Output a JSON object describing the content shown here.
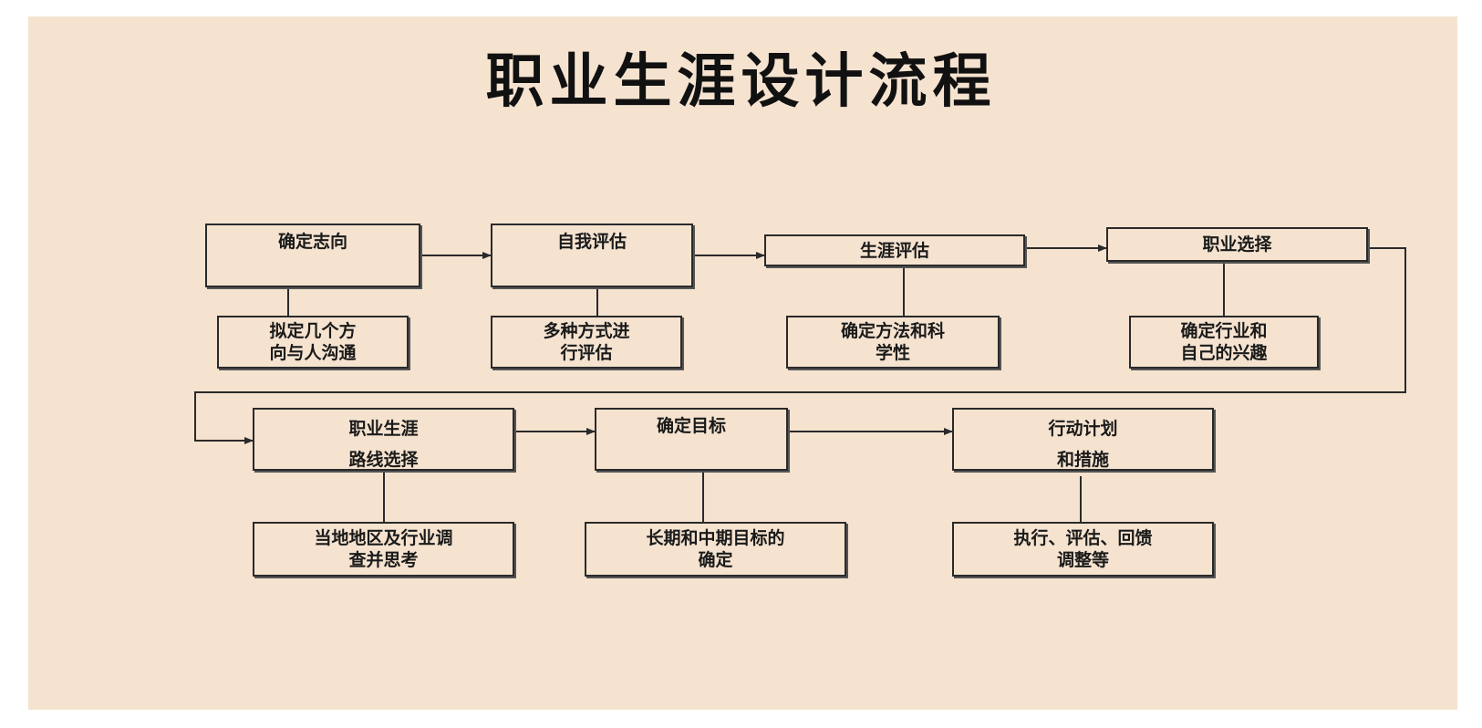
{
  "title": "职业生涯设计流程",
  "colors": {
    "slide_background": "#f5e3d0",
    "line": "#2a2a2a",
    "text": "#1a1a1a"
  },
  "steps": [
    {
      "label": [
        "确定志向"
      ],
      "detail": [
        "拟定几个方",
        "向与人沟通"
      ]
    },
    {
      "label": [
        "自我评估"
      ],
      "detail": [
        "多种方式进",
        "行评估"
      ]
    },
    {
      "label": [
        "生涯评估"
      ],
      "detail": [
        "确定方法和科",
        "学性"
      ]
    },
    {
      "label": [
        "职业选择"
      ],
      "detail": [
        "确定行业和",
        "自己的兴趣"
      ]
    },
    {
      "label": [
        "职业生涯",
        "路线选择"
      ],
      "detail": [
        "当地地区及行业调",
        "查并思考"
      ]
    },
    {
      "label": [
        "确定目标"
      ],
      "detail": [
        "长期和中期目标的",
        "确定"
      ]
    },
    {
      "label": [
        "行动计划",
        "和措施"
      ],
      "detail": [
        "执行、评估、回馈",
        "调整等"
      ]
    }
  ]
}
